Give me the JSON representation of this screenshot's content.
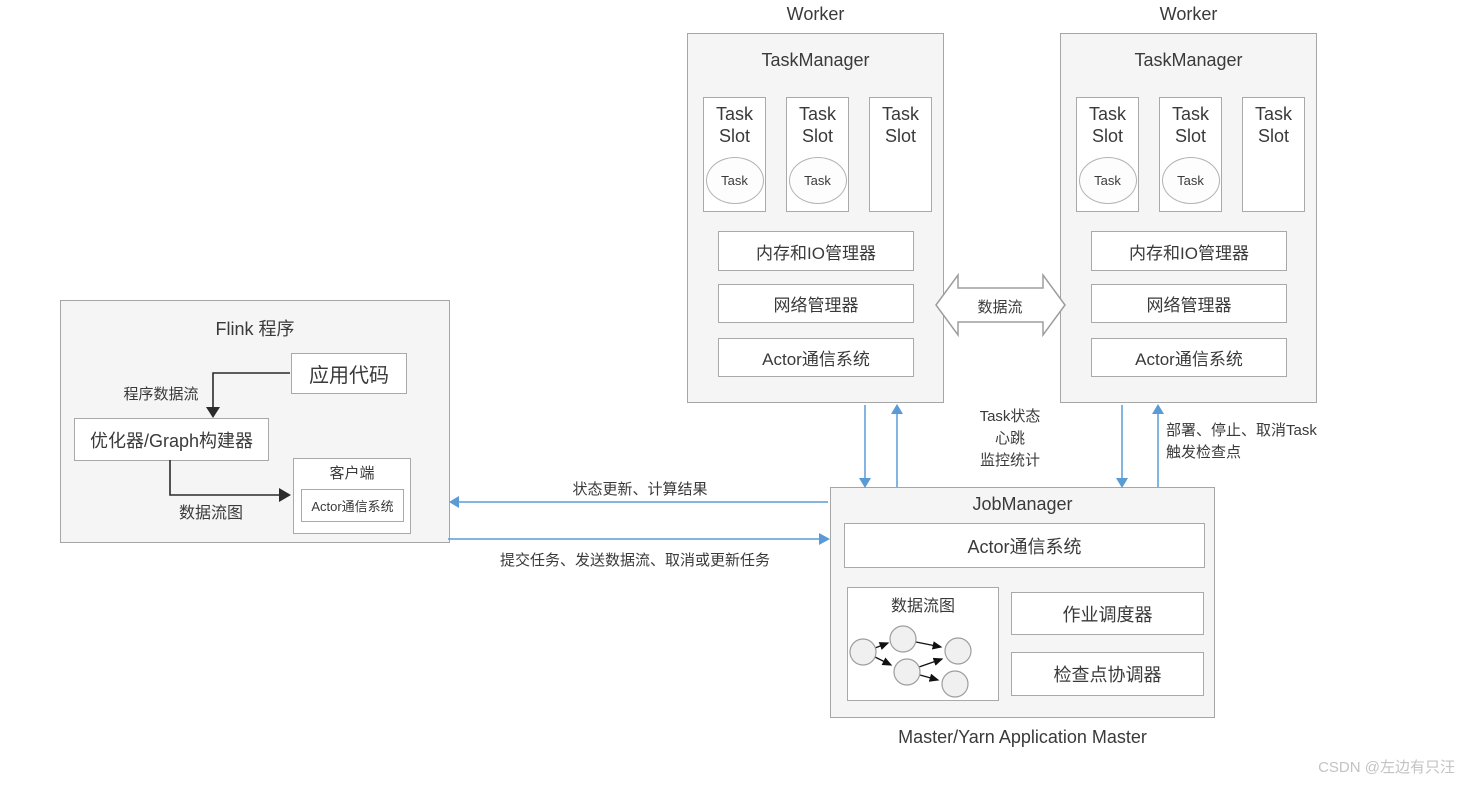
{
  "colors": {
    "arrow_blue": "#5b9bd5",
    "border_gray": "#a6a6a6",
    "box_fill": "#f5f5f5",
    "text": "#3a3a3a",
    "watermark": "#c3c3c3"
  },
  "workers": [
    {
      "title": "Worker",
      "taskmanager_label": "TaskManager",
      "slots": [
        {
          "label": "Task Slot",
          "task": "Task"
        },
        {
          "label": "Task Slot",
          "task": "Task"
        },
        {
          "label": "Task Slot"
        }
      ],
      "components": [
        "内存和IO管理器",
        "网络管理器",
        "Actor通信系统"
      ]
    },
    {
      "title": "Worker",
      "taskmanager_label": "TaskManager",
      "slots": [
        {
          "label": "Task Slot",
          "task": "Task"
        },
        {
          "label": "Task Slot",
          "task": "Task"
        },
        {
          "label": "Task Slot"
        }
      ],
      "components": [
        "内存和IO管理器",
        "网络管理器",
        "Actor通信系统"
      ]
    }
  ],
  "flink_program": {
    "title": "Flink 程序",
    "app_code": "应用代码",
    "program_dataflow_label": "程序数据流",
    "optimizer": "优化器/Graph构建器",
    "dataflow_graph_label": "数据流图",
    "client": {
      "title": "客户端",
      "actor_system": "Actor通信系统"
    }
  },
  "jobmanager": {
    "title": "JobManager",
    "actor_system": "Actor通信系统",
    "dataflow_graph_title": "数据流图",
    "job_scheduler": "作业调度器",
    "checkpoint_coordinator": "检查点协调器",
    "caption": "Master/Yarn Application Master"
  },
  "connections": {
    "dataflow_between_workers": "数据流",
    "status_update": "状态更新、计算结果",
    "submit_tasks": "提交任务、发送数据流、取消或更新任务",
    "task_status_lines": [
      "Task状态",
      "心跳",
      "监控统计"
    ],
    "deploy_lines": [
      "部署、停止、取消Task",
      "触发检查点"
    ]
  },
  "watermark": "CSDN @左边有只汪"
}
